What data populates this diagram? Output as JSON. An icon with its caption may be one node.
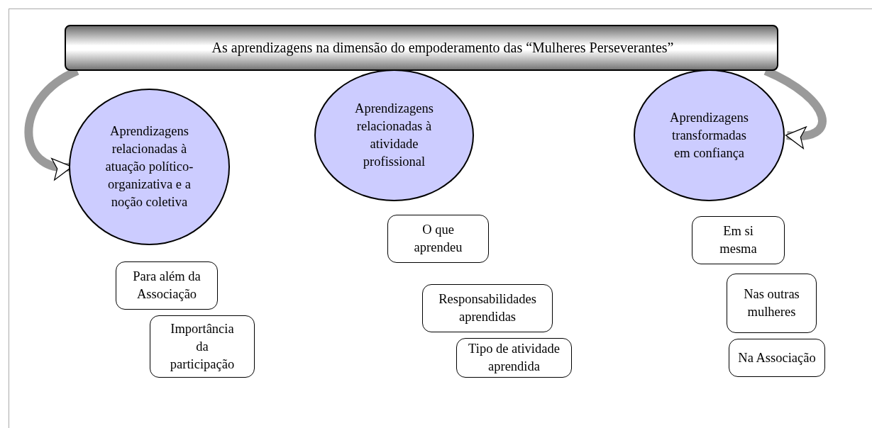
{
  "diagram": {
    "nodes": [
      {
        "text": [
          "As aprendizagens na dimensão do empoderamento das “Mulheres Perseverantes”"
        ]
      },
      {
        "text": [
          "Aprendizagens relacionadas à atuação político-organizativa e a noção coletiva"
        ]
      },
      {
        "text": [
          "Aprendizagens relacionadas à atividade profissional"
        ]
      },
      {
        "text": [
          "Aprendizagens transformadas em confiança"
        ]
      },
      {
        "text": [
          "Para além da Associação"
        ]
      },
      {
        "text": [
          "Importância da participação"
        ]
      },
      {
        "text": [
          "O que aprendeu"
        ]
      },
      {
        "text": [
          "Responsabilidades aprendidas"
        ]
      },
      {
        "text": [
          "Tipo de atividade aprendida"
        ]
      },
      {
        "text": [
          "Em si mesma"
        ]
      },
      {
        "text": [
          "Nas outras mulheres"
        ]
      },
      {
        "text": [
          "Na Associação"
        ]
      }
    ],
    "edges": [
      {
        "from": 0,
        "to": 1,
        "arrow": "to"
      },
      {
        "from": 0,
        "to": 3,
        "arrow": "to"
      }
    ]
  }
}
